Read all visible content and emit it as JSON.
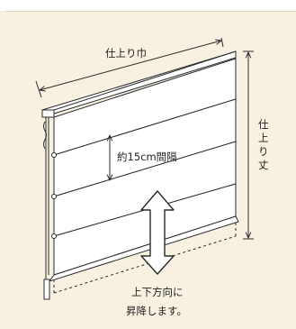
{
  "labels": {
    "finished_width": "仕上り巾",
    "finished_length": [
      "仕",
      "上",
      "り",
      "丈"
    ],
    "interval": "約15cm間隔",
    "motion_line1": "上下方向に",
    "motion_line2": "昇降します。"
  },
  "colors": {
    "background": "#f8f1e2",
    "line": "#2b2b2b",
    "fabric": "#ffffff"
  }
}
